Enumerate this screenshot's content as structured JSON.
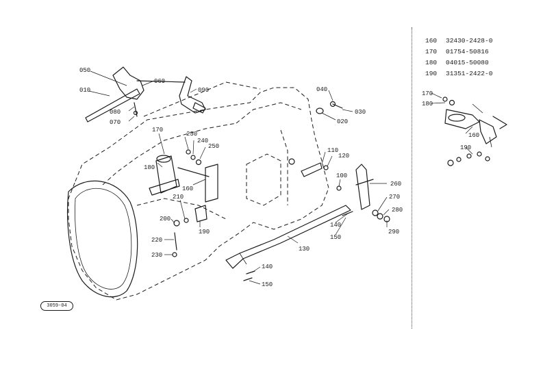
{
  "diagram": {
    "callouts": {
      "c010": "010",
      "c050": "050",
      "c060": "060",
      "c070": "070",
      "c080": "080",
      "c090": "090",
      "c040": "040",
      "c030": "030",
      "c020": "020",
      "c170": "170",
      "c180": "180",
      "c230a": "230",
      "c240": "240",
      "c250": "250",
      "c160": "160",
      "c210": "210",
      "c200": "200",
      "c190": "190",
      "c220": "220",
      "c230b": "230",
      "c110": "110",
      "c120": "120",
      "c100": "100",
      "c260": "260",
      "c270": "270",
      "c280": "280",
      "c290": "290",
      "c140a": "140",
      "c150a": "150",
      "c130": "130",
      "c140b": "140",
      "c150b": "150"
    },
    "inset_callouts": {
      "c170": "170",
      "c180": "180",
      "c160": "160",
      "c190": "190"
    },
    "stamp": "3059-04"
  },
  "parts_table": [
    {
      "no": "160",
      "part": "32430-2428-0"
    },
    {
      "no": "170",
      "part": "01754-50816"
    },
    {
      "no": "180",
      "part": "04015-50080"
    },
    {
      "no": "190",
      "part": "31351-2422-0"
    }
  ]
}
